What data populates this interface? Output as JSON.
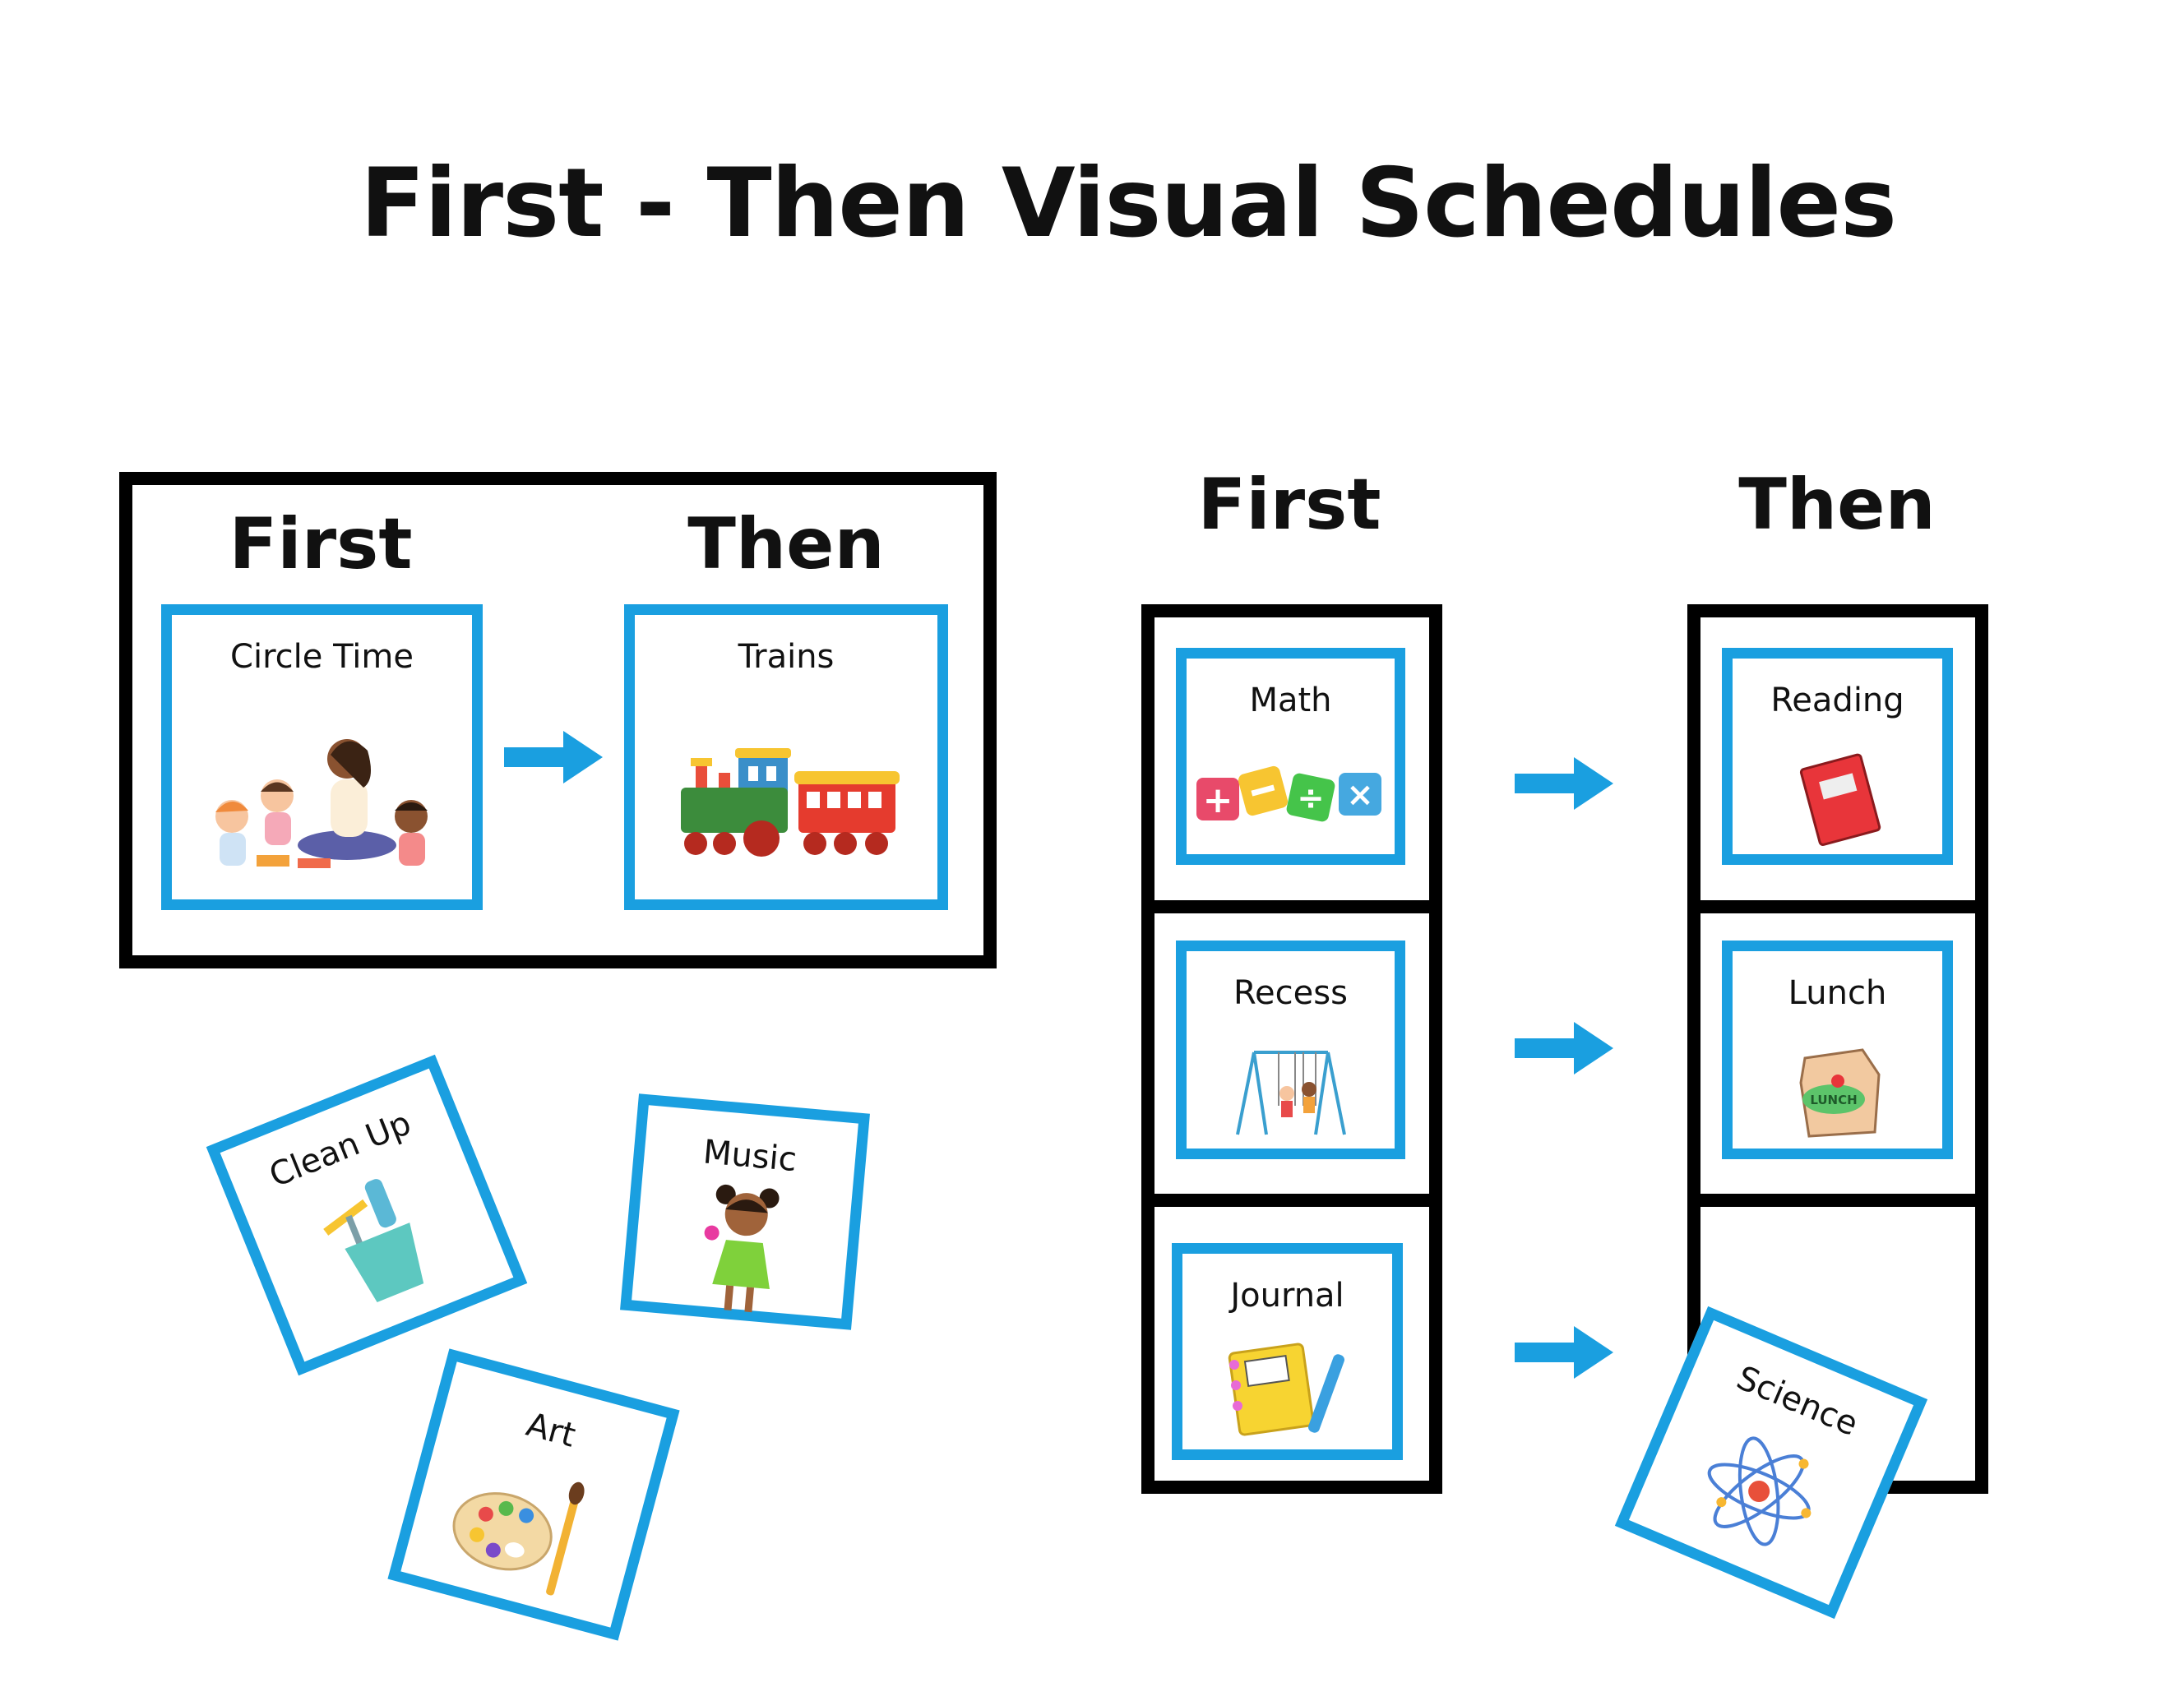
{
  "title": "First - Then Visual Schedules",
  "colors": {
    "card_border": "#1a9fe0",
    "frame": "#000000",
    "arrow": "#1a9fe0"
  },
  "single_board": {
    "first_heading": "First",
    "then_heading": "Then",
    "first_card": {
      "label": "Circle Time",
      "icon": "circle-time-illustration"
    },
    "then_card": {
      "label": "Trains",
      "icon": "train-illustration"
    }
  },
  "loose_cards": [
    {
      "label": "Clean Up",
      "icon": "cleaning-bucket-illustration"
    },
    {
      "label": "Music",
      "icon": "girl-with-maracas-illustration"
    },
    {
      "label": "Art",
      "icon": "paint-palette-illustration"
    }
  ],
  "column_board": {
    "first_heading": "First",
    "then_heading": "Then",
    "first_cards": [
      {
        "label": "Math",
        "icon": "math-symbols-illustration"
      },
      {
        "label": "Recess",
        "icon": "swing-set-illustration"
      },
      {
        "label": "Journal",
        "icon": "journal-pen-illustration"
      }
    ],
    "then_cards": [
      {
        "label": "Reading",
        "icon": "book-illustration"
      },
      {
        "label": "Lunch",
        "icon": "lunch-bag-illustration",
        "badge": "LUNCH"
      }
    ],
    "placing_card": {
      "label": "Science",
      "icon": "atom-illustration"
    }
  }
}
